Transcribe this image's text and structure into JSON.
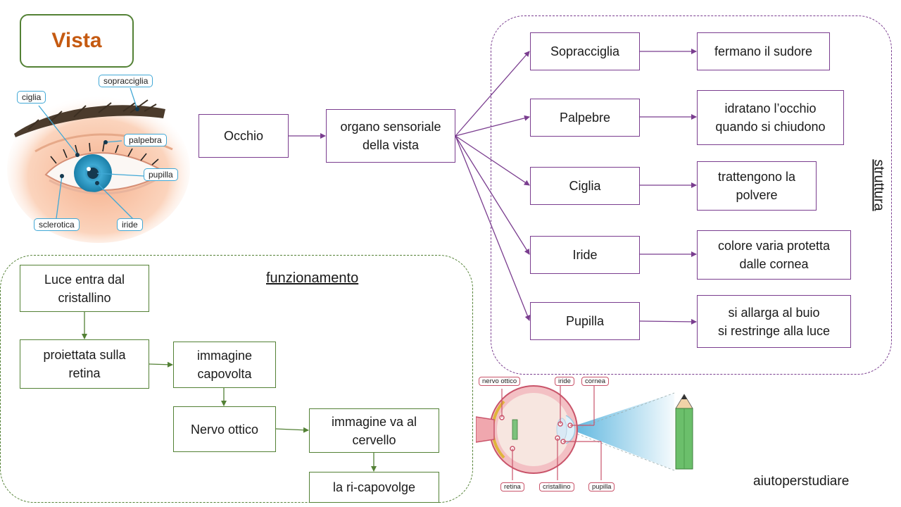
{
  "title": "Vista",
  "eye_labels": {
    "sopracciglia": "sopracciglia",
    "ciglia": "ciglia",
    "palpebra": "palpebra",
    "pupilla": "pupilla",
    "sclerotica": "sclerotica",
    "iride": "iride"
  },
  "concept": {
    "occhio": "Occhio",
    "organo": "organo sensoriale\ndella vista"
  },
  "struttura": {
    "label": "struttura",
    "items": [
      {
        "part": "Sopracciglia",
        "function": "fermano  il sudore"
      },
      {
        "part": "Palpebre",
        "function": "idratano l’occhio\nquando si chiudono"
      },
      {
        "part": "Ciglia",
        "function": "trattengono la\npolvere"
      },
      {
        "part": "Iride",
        "function": "colore varia protetta\ndalle cornea"
      },
      {
        "part": "Pupilla",
        "function": "si allarga al buio\nsi restringe alla luce"
      }
    ]
  },
  "funzionamento": {
    "label": "funzionamento",
    "steps": [
      "Luce entra dal\ncristallino",
      "proiettata sulla\nretina",
      "immagine\ncapovolta",
      "Nervo ottico",
      "immagine va al\ncervello",
      "la ri-capovolge"
    ]
  },
  "anatomy_labels": {
    "nervo_ottico": "nervo ottico",
    "iride": "iride",
    "cornea": "cornea",
    "retina": "retina",
    "cristallino": "cristallino",
    "pupilla": "pupilla"
  },
  "credit": "aiutoperstudiare",
  "colors": {
    "purple": "#7a3d8f",
    "green": "#538135",
    "title": "#c55a11",
    "label_blue": "#41a8d6",
    "anatomy_red": "#c9546a"
  }
}
